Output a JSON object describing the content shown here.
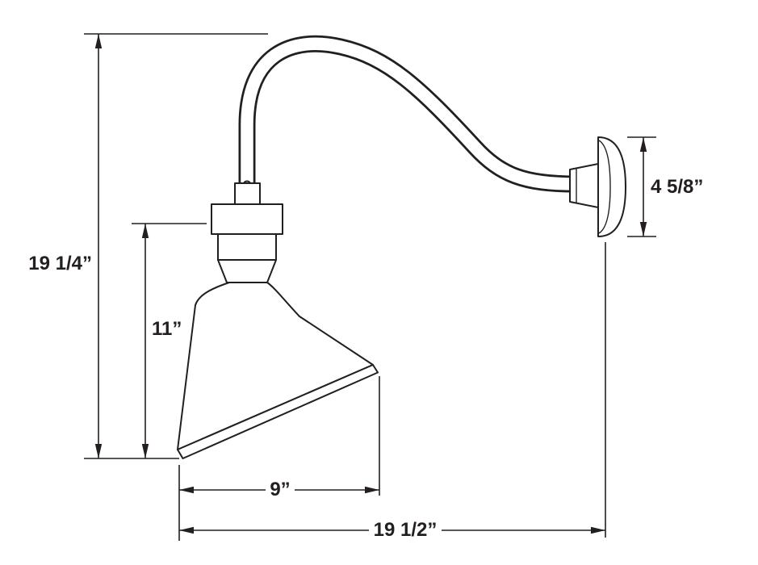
{
  "diagram": {
    "type": "dimension-drawing",
    "subject": "gooseneck-wall-light-fixture",
    "background_color": "#ffffff",
    "line_color": "#231f20",
    "labels": {
      "overall_height": "19 1/4”",
      "shade_assembly_height": "11”",
      "wall_plate_height": "4 5/8”",
      "shade_width": "9”",
      "overall_projection": "19 1/2”"
    }
  }
}
